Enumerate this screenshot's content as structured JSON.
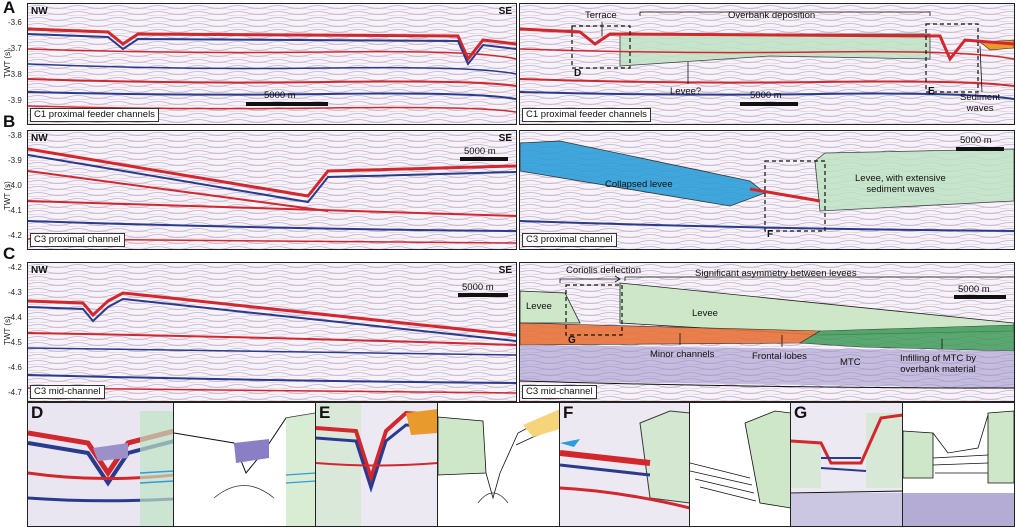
{
  "panels": {
    "A": {
      "letter": "A",
      "nw": "NW",
      "se": "SE",
      "ticks": [
        "-3.6",
        "-3.7",
        "-3.8",
        "-3.9"
      ],
      "axis_title": "TWT (s)",
      "scale": "5000 m",
      "caption_left": "C1 proximal feeder channels",
      "caption_right": "C1 proximal feeder channels",
      "annotations": {
        "terrace": "Terrace",
        "overbank": "Overbank deposition",
        "levee": "Levee?",
        "sediment": "Sediment\nwaves",
        "box_d": "D",
        "box_e": "E"
      }
    },
    "B": {
      "letter": "B",
      "nw": "NW",
      "se": "SE",
      "ticks": [
        "-3.8",
        "-3.9",
        "-4.0",
        "-4.1",
        "-4.2"
      ],
      "axis_title": "TWT (s)",
      "scale": "5000 m",
      "caption_left": "C3 proximal channel",
      "caption_right": "C3 proximal channel",
      "annotations": {
        "collapsed": "Collapsed levee",
        "levee_ext": "Levee, with extensive\nsediment waves",
        "box_f": "F"
      }
    },
    "C": {
      "letter": "C",
      "nw": "NW",
      "se": "SE",
      "ticks": [
        "-4.2",
        "-4.3",
        "-4.4",
        "-4.5",
        "-4.6",
        "-4.7"
      ],
      "axis_title": "TWT (s)",
      "scale": "5000 m",
      "caption_left": "C3 mid-channel",
      "caption_right": "C3 mid-channel",
      "annotations": {
        "coriolis": "Coriolis deflection",
        "asymmetry": "Significant asymmetry between levees",
        "levee_l": "Levee",
        "levee_r": "Levee",
        "minor": "Minor channels",
        "frontal": "Frontal lobes",
        "mtc": "MTC",
        "infill": "Infilling of MTC by\noverbank material",
        "box_g": "G"
      }
    }
  },
  "subpanels": [
    "D",
    "E",
    "F",
    "G"
  ],
  "colors": {
    "seismic_red": "#d3272e",
    "seismic_blue": "#2a3a8c",
    "levee_green": "#cfe7c9",
    "overbank_green": "#bfe3c4",
    "collapsed_blue": "#2d9ed8",
    "mtc_purple": "#9c90c9",
    "frontal_orange": "#e8733a",
    "infill_green": "#3f9a5a",
    "sediment_orange": "#e89a2d"
  }
}
